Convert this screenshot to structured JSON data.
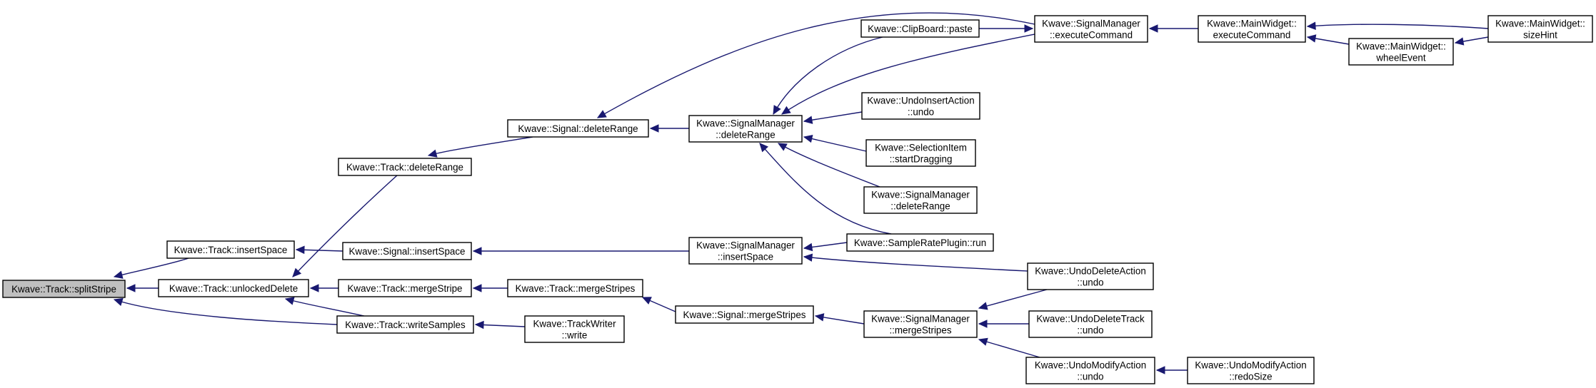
{
  "nodes": [
    {
      "id": "splitStripe",
      "lines": [
        "Kwave::Track::splitStripe"
      ],
      "root": true
    },
    {
      "id": "insertSpaceT",
      "lines": [
        "Kwave::Track::insertSpace"
      ]
    },
    {
      "id": "unlockedDelete",
      "lines": [
        "Kwave::Track::unlockedDelete"
      ]
    },
    {
      "id": "deleteRangeT",
      "lines": [
        "Kwave::Track::deleteRange"
      ]
    },
    {
      "id": "insertSpaceS",
      "lines": [
        "Kwave::Signal::insertSpace"
      ]
    },
    {
      "id": "mergeStripe",
      "lines": [
        "Kwave::Track::mergeStripe"
      ]
    },
    {
      "id": "writeSamples",
      "lines": [
        "Kwave::Track::writeSamples"
      ]
    },
    {
      "id": "deleteRangeS",
      "lines": [
        "Kwave::Signal::deleteRange"
      ]
    },
    {
      "id": "mergeStripesT",
      "lines": [
        "Kwave::Track::mergeStripes"
      ]
    },
    {
      "id": "trackWriter",
      "lines": [
        "Kwave::TrackWriter",
        "::write"
      ]
    },
    {
      "id": "smDeleteRange",
      "lines": [
        "Kwave::SignalManager",
        "::deleteRange"
      ]
    },
    {
      "id": "smInsertSpace",
      "lines": [
        "Kwave::SignalManager",
        "::insertSpace"
      ]
    },
    {
      "id": "mergeStripesS",
      "lines": [
        "Kwave::Signal::mergeStripes"
      ]
    },
    {
      "id": "clipPaste",
      "lines": [
        "Kwave::ClipBoard::paste"
      ]
    },
    {
      "id": "undoInsert",
      "lines": [
        "Kwave::UndoInsertAction",
        "::undo"
      ]
    },
    {
      "id": "selItem",
      "lines": [
        "Kwave::SelectionItem",
        "::startDragging"
      ]
    },
    {
      "id": "smDeleteRange2",
      "lines": [
        "Kwave::SignalManager",
        "::deleteRange"
      ]
    },
    {
      "id": "srPlugin",
      "lines": [
        "Kwave::SampleRatePlugin::run"
      ]
    },
    {
      "id": "smMergeStripes",
      "lines": [
        "Kwave::SignalManager",
        "::mergeStripes"
      ]
    },
    {
      "id": "smExecute",
      "lines": [
        "Kwave::SignalManager",
        "::executeCommand"
      ]
    },
    {
      "id": "undoDeleteAction",
      "lines": [
        "Kwave::UndoDeleteAction",
        "::undo"
      ]
    },
    {
      "id": "undoDeleteTrack",
      "lines": [
        "Kwave::UndoDeleteTrack",
        "::undo"
      ]
    },
    {
      "id": "undoModify",
      "lines": [
        "Kwave::UndoModifyAction",
        "::undo"
      ]
    },
    {
      "id": "mwExecute",
      "lines": [
        "Kwave::MainWidget::",
        "executeCommand"
      ]
    },
    {
      "id": "mwWheel",
      "lines": [
        "Kwave::MainWidget::",
        "wheelEvent"
      ]
    },
    {
      "id": "redoSize",
      "lines": [
        "Kwave::UndoModifyAction",
        "::redoSize"
      ]
    },
    {
      "id": "sizeHint",
      "lines": [
        "Kwave::MainWidget::",
        "sizeHint"
      ]
    }
  ]
}
